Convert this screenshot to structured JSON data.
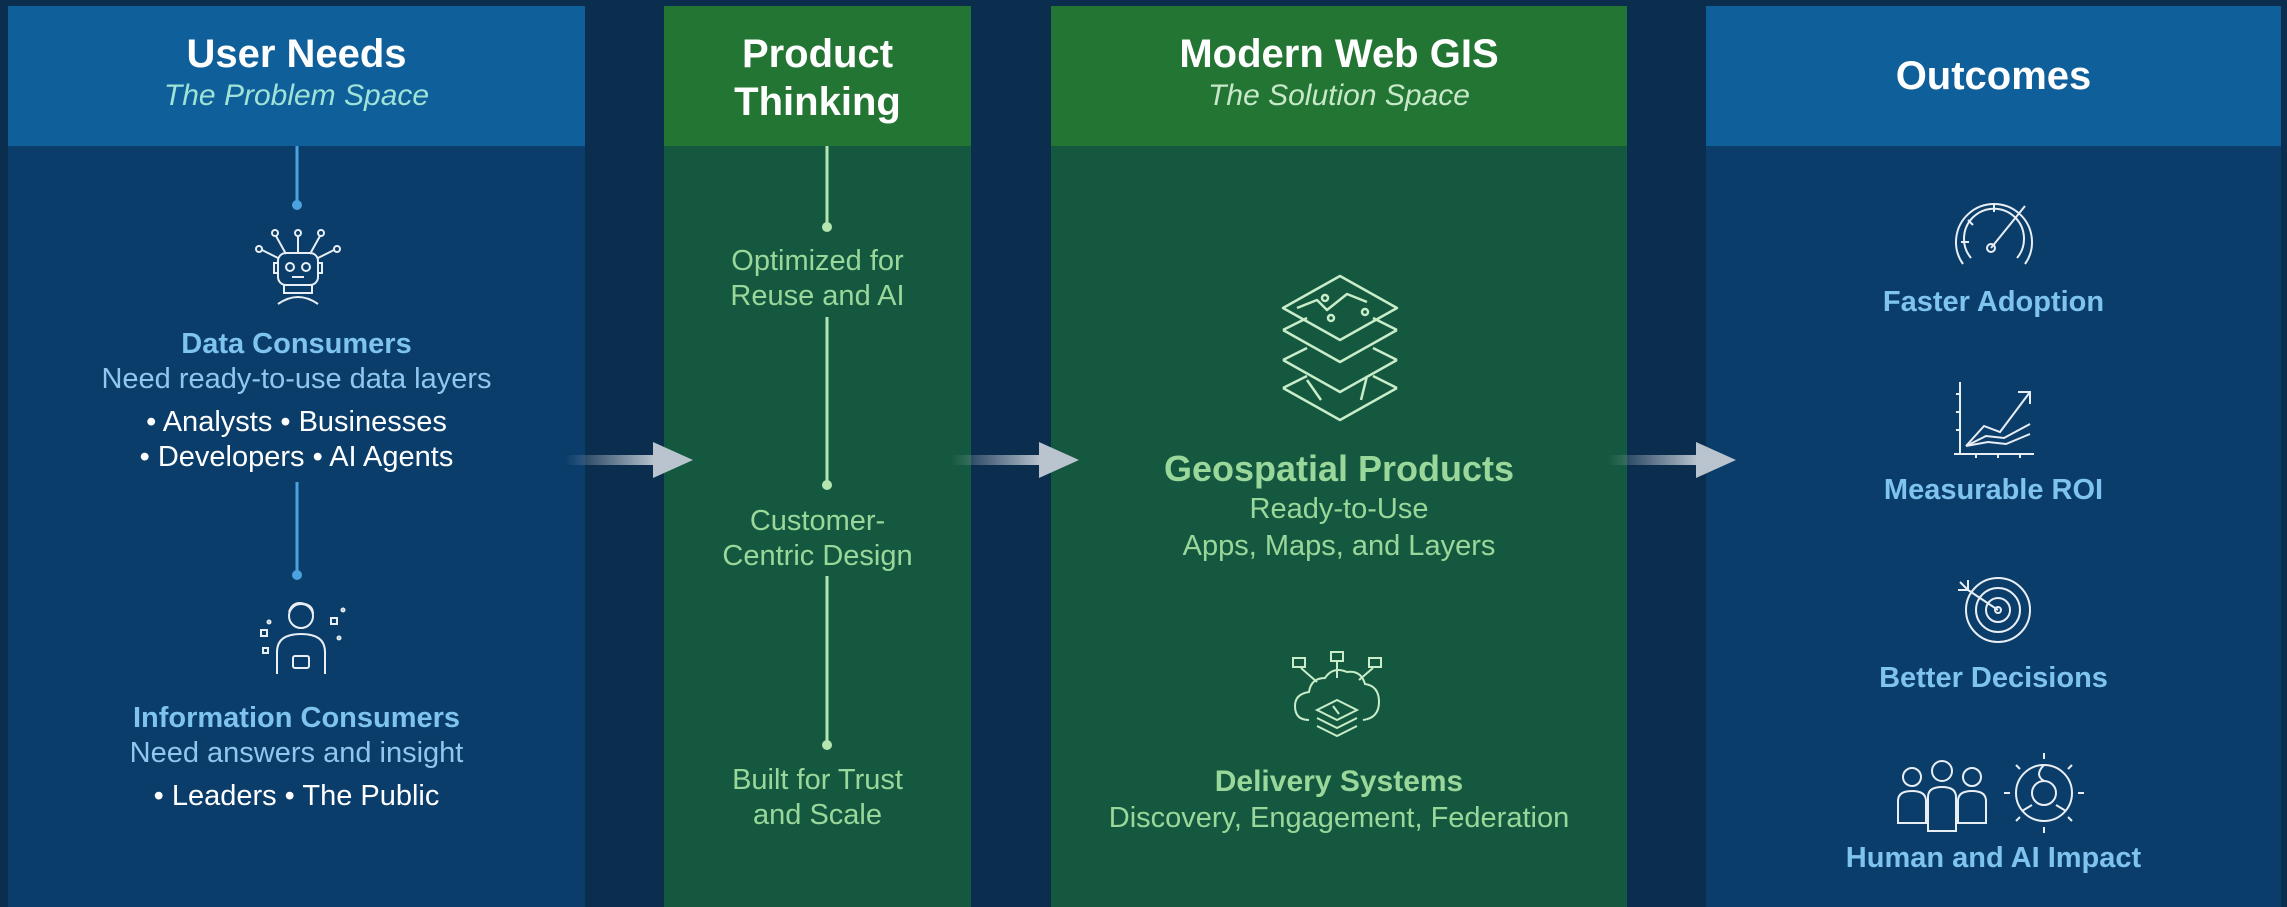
{
  "columns": {
    "needs": {
      "title": "User Needs",
      "subtitle": "The Problem Space",
      "data_consumers": {
        "heading": "Data Consumers",
        "description": "Need ready-to-use data layers",
        "list_line1": "• Analysts • Businesses",
        "list_line2": "• Developers • AI Agents",
        "icon": "robot-icon"
      },
      "info_consumers": {
        "heading": "Information Consumers",
        "description": "Need answers and insight",
        "list_line1": "• Leaders • The Public",
        "icon": "person-icon"
      }
    },
    "thinking": {
      "title_line1": "Product",
      "title_line2": "Thinking",
      "steps": [
        {
          "line1": "Optimized for",
          "line2": "Reuse and AI"
        },
        {
          "line1": "Customer-",
          "line2": "Centric Design"
        },
        {
          "line1": "Built for Trust",
          "line2": "and Scale"
        }
      ]
    },
    "gis": {
      "title": "Modern Web GIS",
      "subtitle": "The Solution Space",
      "products": {
        "heading": "Geospatial Products",
        "line1": "Ready-to-Use",
        "line2": "Apps, Maps, and Layers",
        "icon": "map-layers-icon"
      },
      "delivery": {
        "heading": "Delivery Systems",
        "line1": "Discovery, Engagement, Federation",
        "icon": "cloud-network-icon"
      }
    },
    "outcomes": {
      "title": "Outcomes",
      "items": [
        {
          "label": "Faster Adoption",
          "icon": "speedometer-icon"
        },
        {
          "label": "Measurable ROI",
          "icon": "growth-chart-icon"
        },
        {
          "label": "Better Decisions",
          "icon": "target-icon"
        },
        {
          "label": "Human and AI Impact",
          "icon": "people-gear-icon"
        }
      ]
    }
  },
  "colors": {
    "background": "#0b2d4e",
    "blue_column": "#0b3d6b",
    "blue_header": "#0e5f9a",
    "green_column": "#14593f",
    "green_header": "#237533",
    "connector_blue": "#4aa3df",
    "connector_green": "#b5e6b0"
  }
}
